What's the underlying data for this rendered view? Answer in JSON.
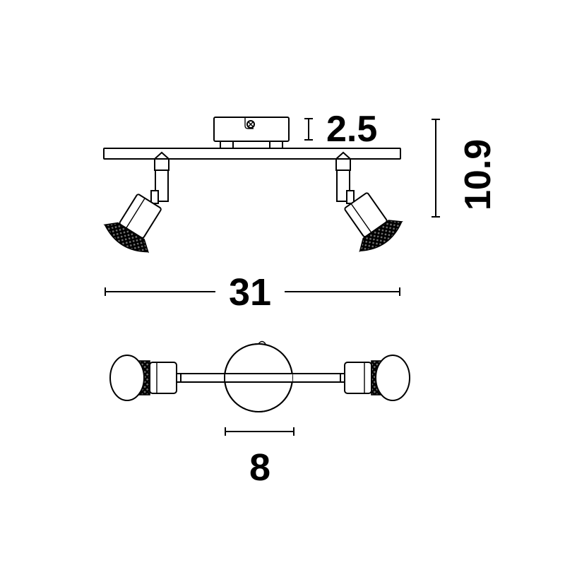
{
  "dimensions": {
    "base_height": "2.5",
    "total_height": "10.9",
    "total_length": "31",
    "base_diameter": "8"
  },
  "colors": {
    "line": "#000000",
    "background": "#ffffff"
  }
}
